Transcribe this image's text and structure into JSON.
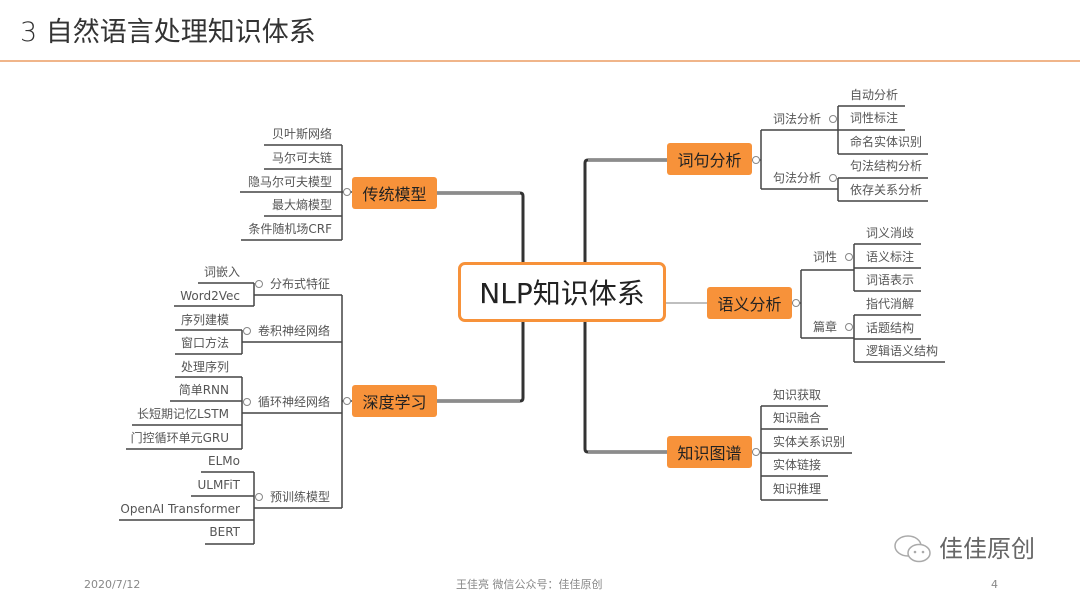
{
  "title": "3 自然语言处理知识体系",
  "center": "NLP知识体系",
  "left": {
    "traditional": {
      "label": "传统模型",
      "items": [
        "贝叶斯网络",
        "马尔可夫链",
        "隐马尔可夫模型",
        "最大熵模型",
        "条件随机场CRF"
      ]
    },
    "deep": {
      "label": "深度学习",
      "groups": [
        {
          "label": "分布式特征",
          "items": [
            "词嵌入",
            "Word2Vec"
          ]
        },
        {
          "label": "卷积神经网络",
          "items": [
            "序列建模",
            "窗口方法"
          ]
        },
        {
          "label": "循环神经网络",
          "items": [
            "处理序列",
            "简单RNN",
            "长短期记忆LSTM",
            "门控循环单元GRU"
          ]
        },
        {
          "label": "预训练模型",
          "items": [
            "ELMo",
            "ULMFiT",
            "OpenAI Transformer",
            "BERT"
          ]
        }
      ]
    }
  },
  "right": {
    "lexsyn": {
      "label": "词句分析",
      "groups": [
        {
          "label": "词法分析",
          "items": [
            "自动分析",
            "词性标注",
            "命名实体识别"
          ]
        },
        {
          "label": "句法分析",
          "items": [
            "句法结构分析",
            "依存关系分析"
          ]
        }
      ]
    },
    "semantic": {
      "label": "语义分析",
      "groups": [
        {
          "label": "词性",
          "items": [
            "词义消歧",
            "语义标注",
            "词语表示"
          ]
        },
        {
          "label": "篇章",
          "items": [
            "指代消解",
            "话题结构",
            "逻辑语义结构"
          ]
        }
      ]
    },
    "kg": {
      "label": "知识图谱",
      "items": [
        "知识获取",
        "知识融合",
        "实体关系识别",
        "实体链接",
        "知识推理"
      ]
    }
  },
  "footer": {
    "date": "2020/7/12",
    "author": "王佳亮  微信公众号：佳佳原创",
    "page": "4",
    "logo": "佳佳原创"
  },
  "colors": {
    "accent": "#f7923a",
    "divider": "#f0b58a"
  }
}
